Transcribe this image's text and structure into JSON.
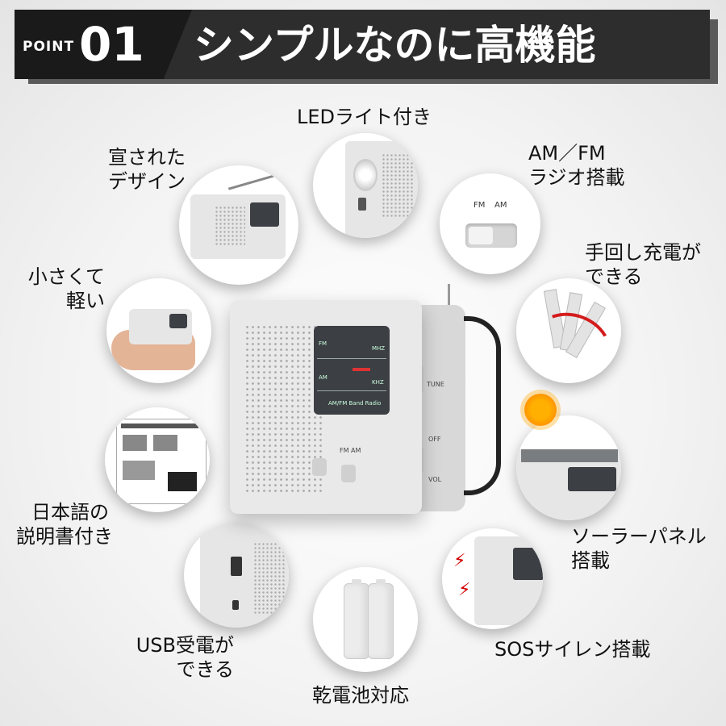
{
  "header": {
    "point_word": "POINT",
    "point_number": "01",
    "title": "シンプルなのに高機能"
  },
  "features": [
    {
      "key": "led",
      "lines": [
        "LEDライト付き"
      ]
    },
    {
      "key": "design",
      "lines": [
        "宣された",
        "デザイン"
      ]
    },
    {
      "key": "amfm",
      "lines": [
        "AM／FM",
        "ラジオ搭載"
      ]
    },
    {
      "key": "light",
      "lines": [
        "小さくて",
        "軽い"
      ]
    },
    {
      "key": "crank",
      "lines": [
        "手回し充電が",
        "できる"
      ]
    },
    {
      "key": "manual",
      "lines": [
        "日本語の",
        "説明書付き"
      ]
    },
    {
      "key": "solar",
      "lines": [
        "ソーラーパネル",
        "搭載"
      ]
    },
    {
      "key": "usb",
      "lines": [
        "USB受電が",
        "できる"
      ]
    },
    {
      "key": "battery",
      "lines": [
        "乾電池対応"
      ]
    },
    {
      "key": "sos",
      "lines": [
        "SOSサイレン搭載"
      ]
    }
  ],
  "radio": {
    "dial_fm": "FM",
    "dial_am": "AM",
    "dial_mhz": "MHZ",
    "dial_khz": "KHZ",
    "band_label": "AM/FM Band Radio",
    "tune_label": "TUNE",
    "off_label": "OFF",
    "vol_label": "VOL",
    "switch_fm": "FM",
    "switch_am": "AM"
  },
  "amfm_switch": {
    "fm": "FM",
    "am": "AM"
  },
  "colors": {
    "header_bg": "#2d2d2d",
    "accent_red": "#d41c1c",
    "sun": "#ff9a00"
  }
}
